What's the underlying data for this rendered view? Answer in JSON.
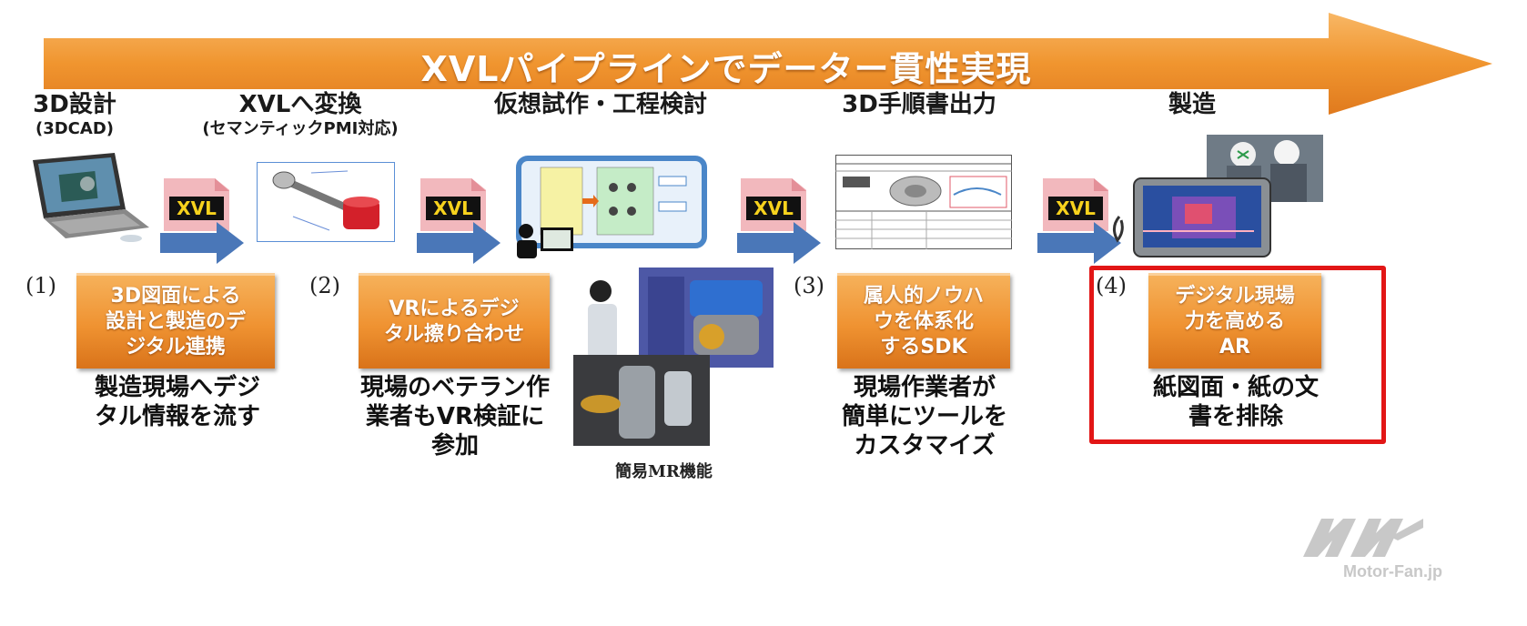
{
  "banner": {
    "title": "XVLパイプラインでデーター貫性実現"
  },
  "stages": [
    {
      "title": "3D設計",
      "subtitle": "(3DCAD)"
    },
    {
      "title": "XVLへ変換",
      "subtitle": "(セマンティックPMI対応)"
    },
    {
      "title": "仮想試作・工程検討",
      "subtitle": ""
    },
    {
      "title": "3D手順書出力",
      "subtitle": ""
    },
    {
      "title": "製造",
      "subtitle": ""
    }
  ],
  "xvl_badge_label": "XVL",
  "steps": [
    {
      "number": "(1)",
      "box": "3D図面による\n設計と製造のデ\nジタル連携",
      "description": "製造現場へデジ\nタル情報を流す"
    },
    {
      "number": "(2)",
      "box": "VRによるデジ\nタル擦り合わせ",
      "description": "現場のベテラン作\n業者もVR検証に\n参加"
    },
    {
      "number": "(3)",
      "box": "属人的ノウハ\nウを体系化\nするSDK",
      "description": "現場作業者が\n簡単にツールを\nカスタマイズ"
    },
    {
      "number": "(4)",
      "box": "デジタル現場\n力を高める\nAR",
      "description": "紙図面・紙の文\n書を排除"
    }
  ],
  "mr_caption": "簡易MR機能",
  "watermark": {
    "logo": "MF",
    "text": "Motor-Fan.jp"
  },
  "colors": {
    "banner_orange": "#f0952f",
    "box_orange": "#ef9231",
    "arrow_blue": "#4a77b8",
    "highlight_red": "#e21616",
    "badge_pink": "#f2b8bd",
    "badge_text_yellow": "#f7d21d"
  }
}
